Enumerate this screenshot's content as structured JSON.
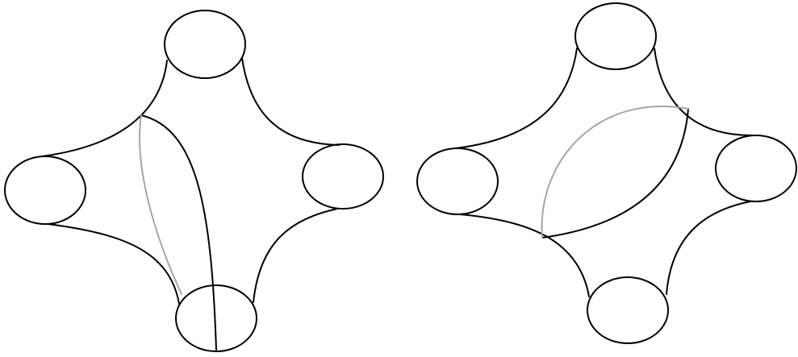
{
  "figure": {
    "panels": [
      {
        "id": "left",
        "stroke_color": "#000000",
        "highlight_color": "#a6a6a6",
        "boundary_circles": 4,
        "cut_curves": 2
      },
      {
        "id": "right",
        "stroke_color": "#000000",
        "highlight_color": "#a6a6a6",
        "boundary_circles": 4,
        "cut_curves": 2
      }
    ]
  }
}
